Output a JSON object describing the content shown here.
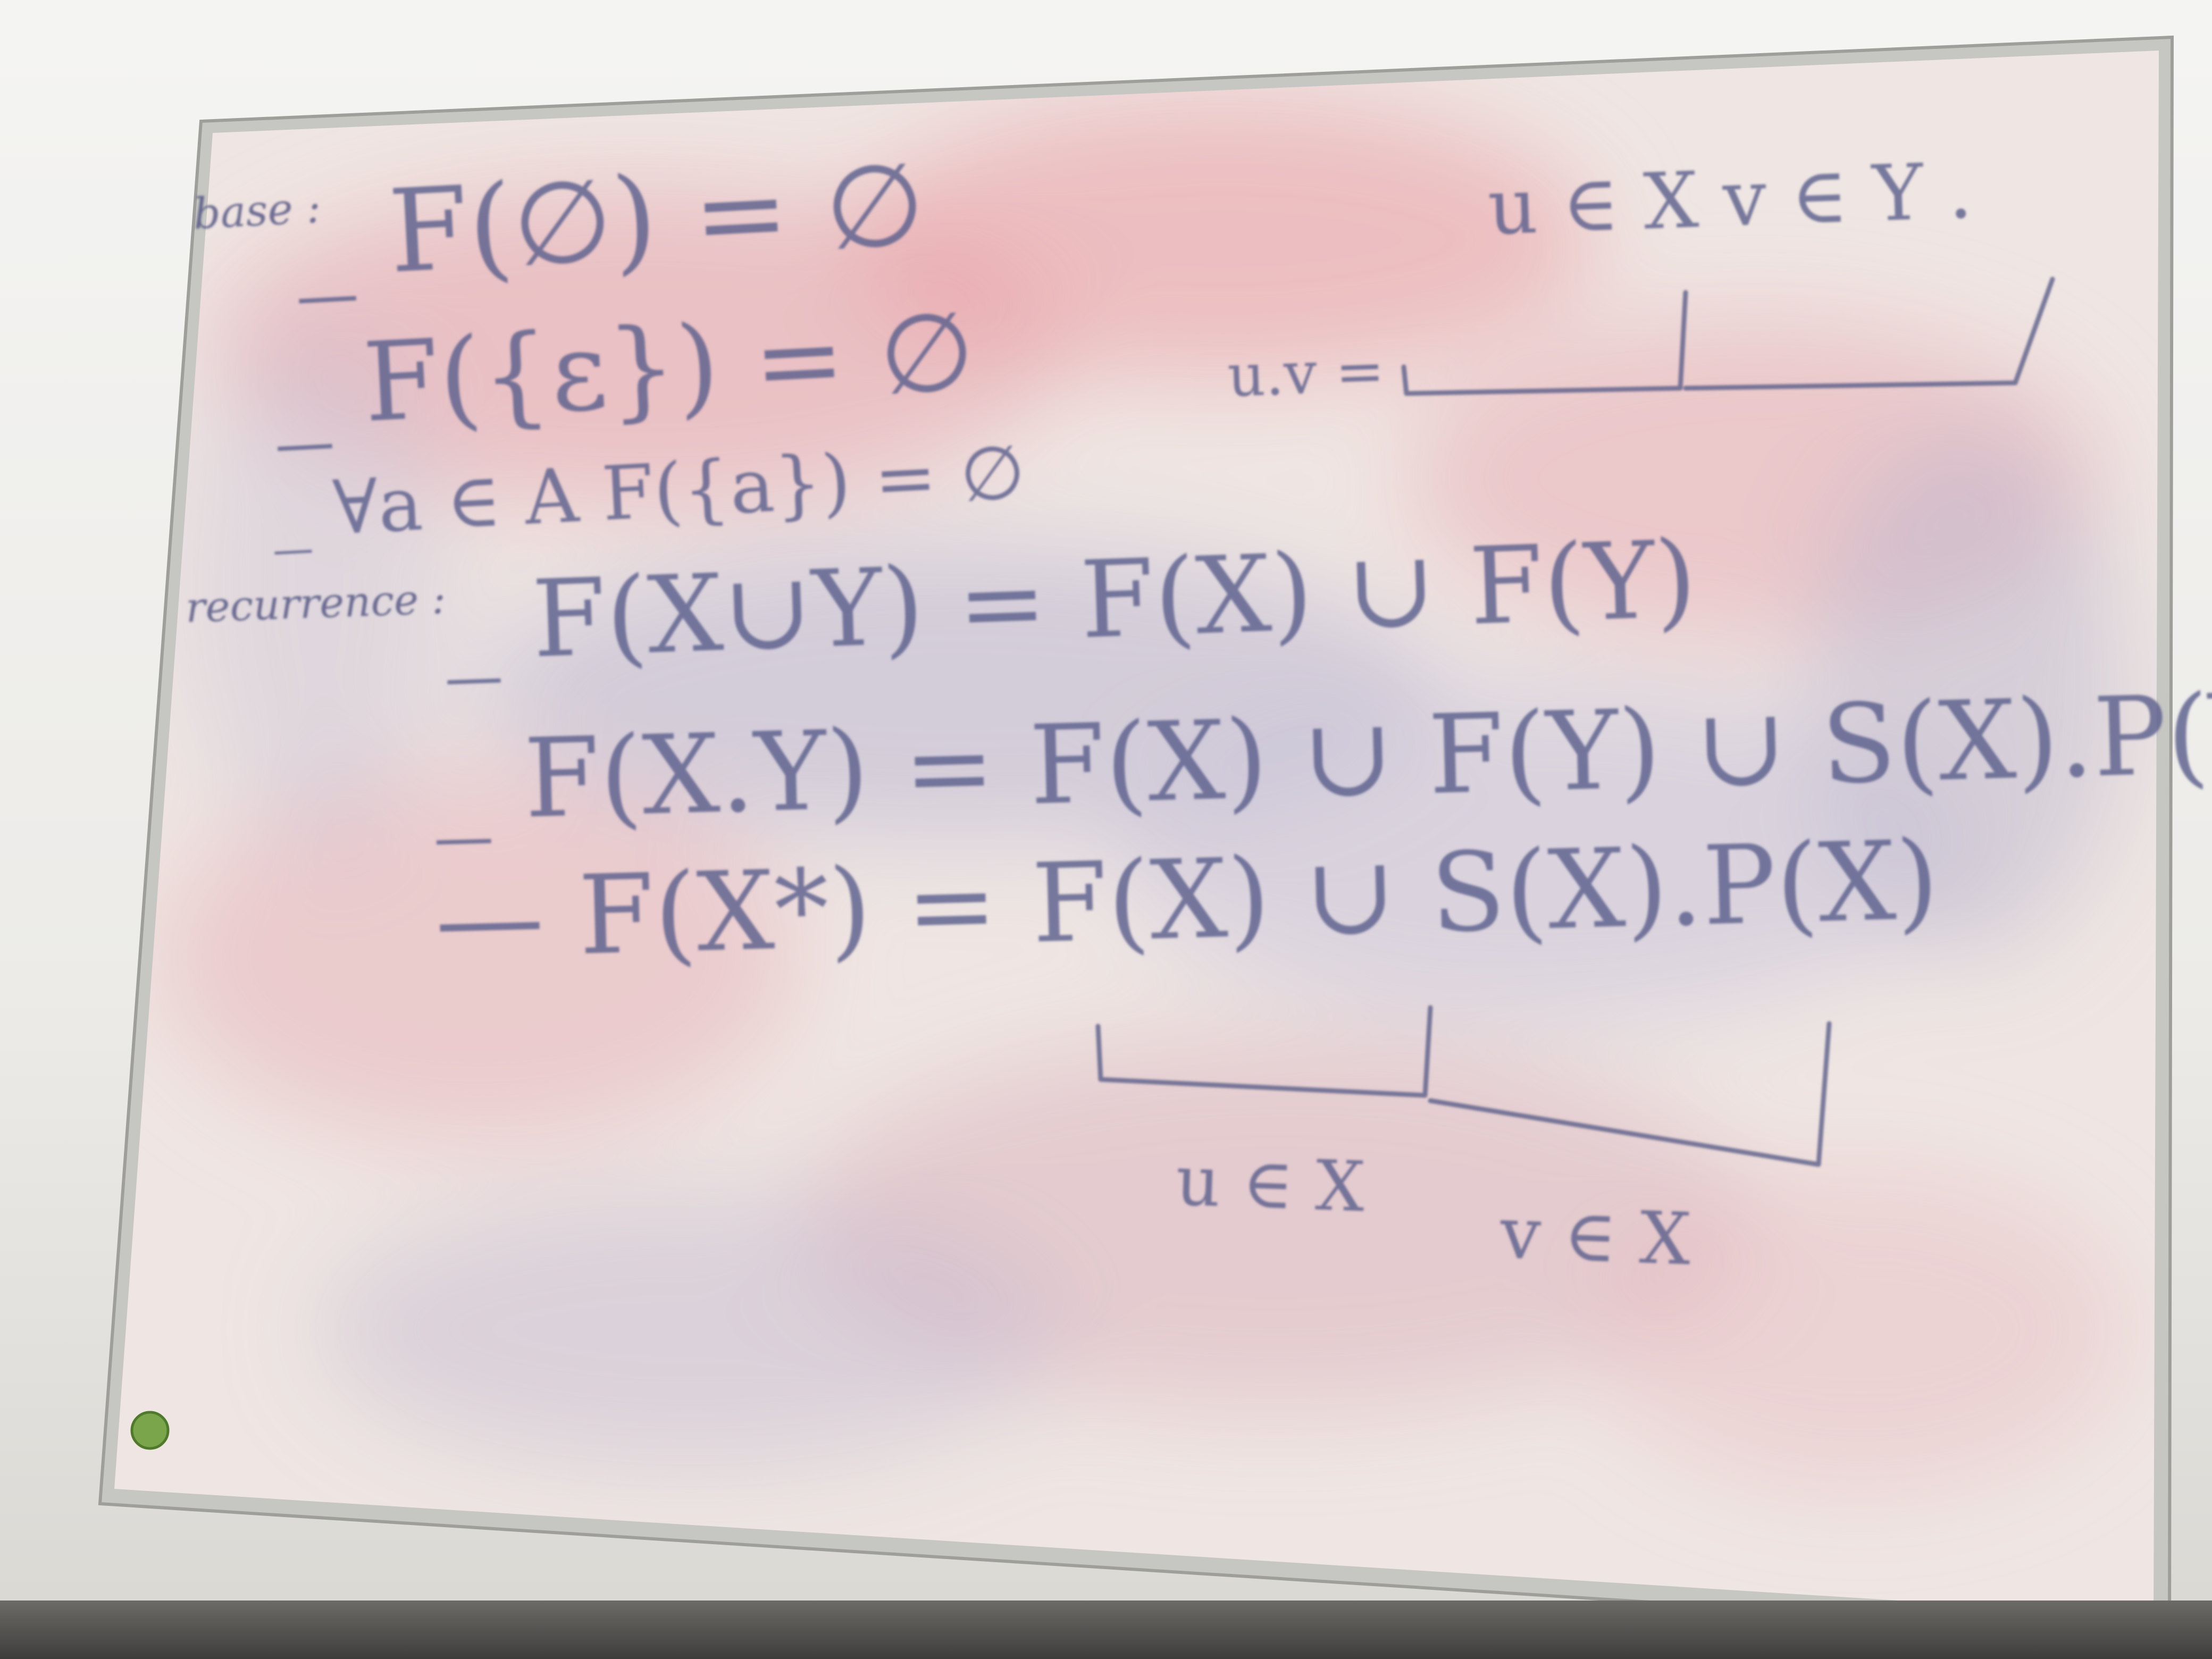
{
  "board": {
    "frame_color": "#c9c9c6",
    "surface_color": "#efe6e3",
    "ink_color": "#575b87",
    "smudge_colors": [
      "#e9a8ae",
      "#b9b4cf",
      "#d9c3c8"
    ]
  },
  "lines": {
    "base_label": "base :",
    "base_1": "_ F(∅) = ∅",
    "base_2": "_ F({ε}) = ∅",
    "base_3": "_ ∀a ∈ A  F({a}) = ∅",
    "rec_label": "recurrence :",
    "rec_1": "_ F(X∪Y) = F(X) ∪ F(Y)",
    "rec_2": "_ F(X.Y) = F(X) ∪ F(Y) ∪ S(X).P(Y)",
    "rec_3": "— F(X*)  = F(X) ∪ S(X).P(X)"
  },
  "annotations": {
    "top_uv": "u ∈ X   v ∈ Y .",
    "top_product": "u.v =",
    "bottom_u": "u ∈ X",
    "bottom_v": "v ∈ X"
  }
}
